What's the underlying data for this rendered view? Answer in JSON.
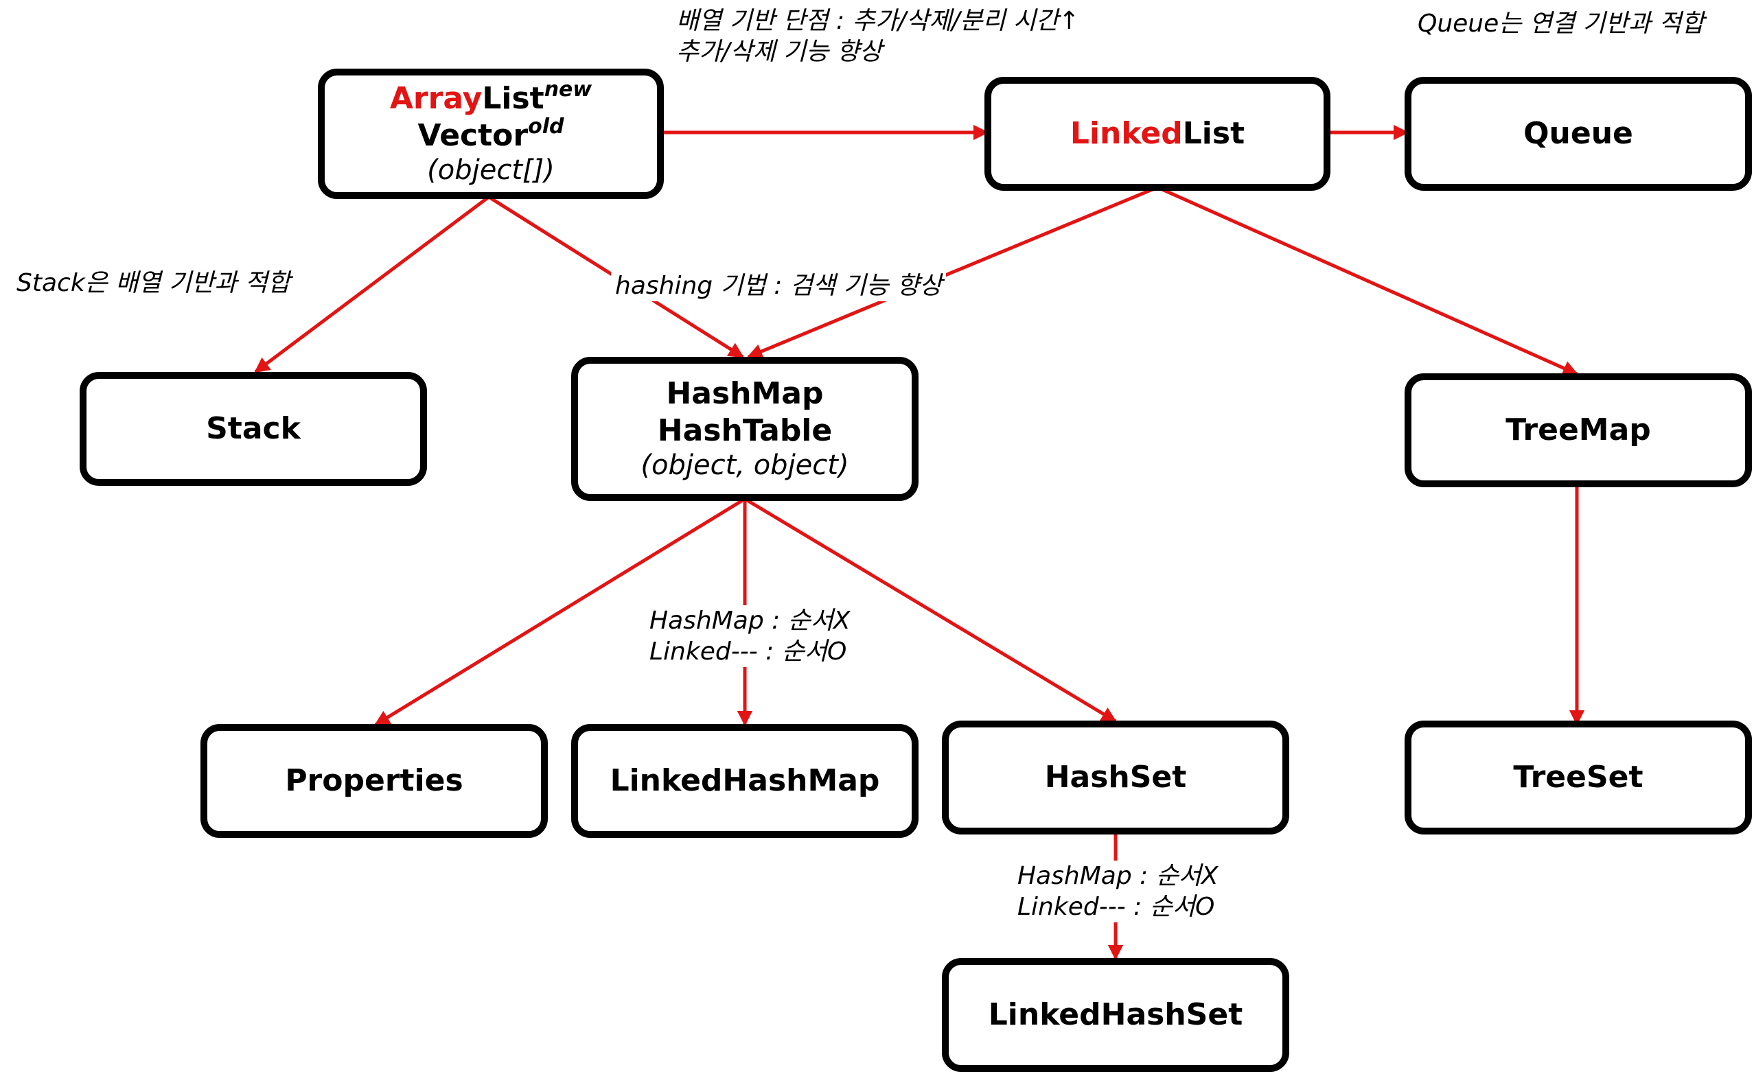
{
  "nodes": {
    "arraylist": {
      "red": "Array",
      "black": "List",
      "sup": "new",
      "line2": "Vector",
      "line2_sup": "old",
      "sub": "(object[])"
    },
    "linkedlist": {
      "red": "Linked",
      "black": "List"
    },
    "queue": {
      "label": "Queue"
    },
    "stack": {
      "label": "Stack"
    },
    "hashmap": {
      "line1": "HashMap",
      "line2": "HashTable",
      "sub": "(object, object)"
    },
    "treemap": {
      "label": "TreeMap"
    },
    "properties": {
      "label": "Properties"
    },
    "linkedhashmap": {
      "label": "LinkedHashMap"
    },
    "hashset": {
      "label": "HashSet"
    },
    "treeset": {
      "label": "TreeSet"
    },
    "linkedhashset": {
      "label": "LinkedHashSet"
    }
  },
  "notes": {
    "array_drawback": {
      "line1": "배열 기반 단점 : 추가/삭제/분리 시간↑",
      "line2": "추가/삭제 기능 향상"
    },
    "queue_linked": "Queue는 연결 기반과 적합",
    "stack_array": "Stack은 배열 기반과 적합",
    "hashing": "hashing 기법 : 검색 기능 향상",
    "order_map": {
      "line1": "HashMap : 순서X",
      "line2": "Linked--- : 순서O"
    },
    "order_set": {
      "line1": "HashMap : 순서X",
      "line2": "Linked--- : 순서O"
    }
  },
  "colors": {
    "accent": "#e31414",
    "border": "#000000"
  }
}
